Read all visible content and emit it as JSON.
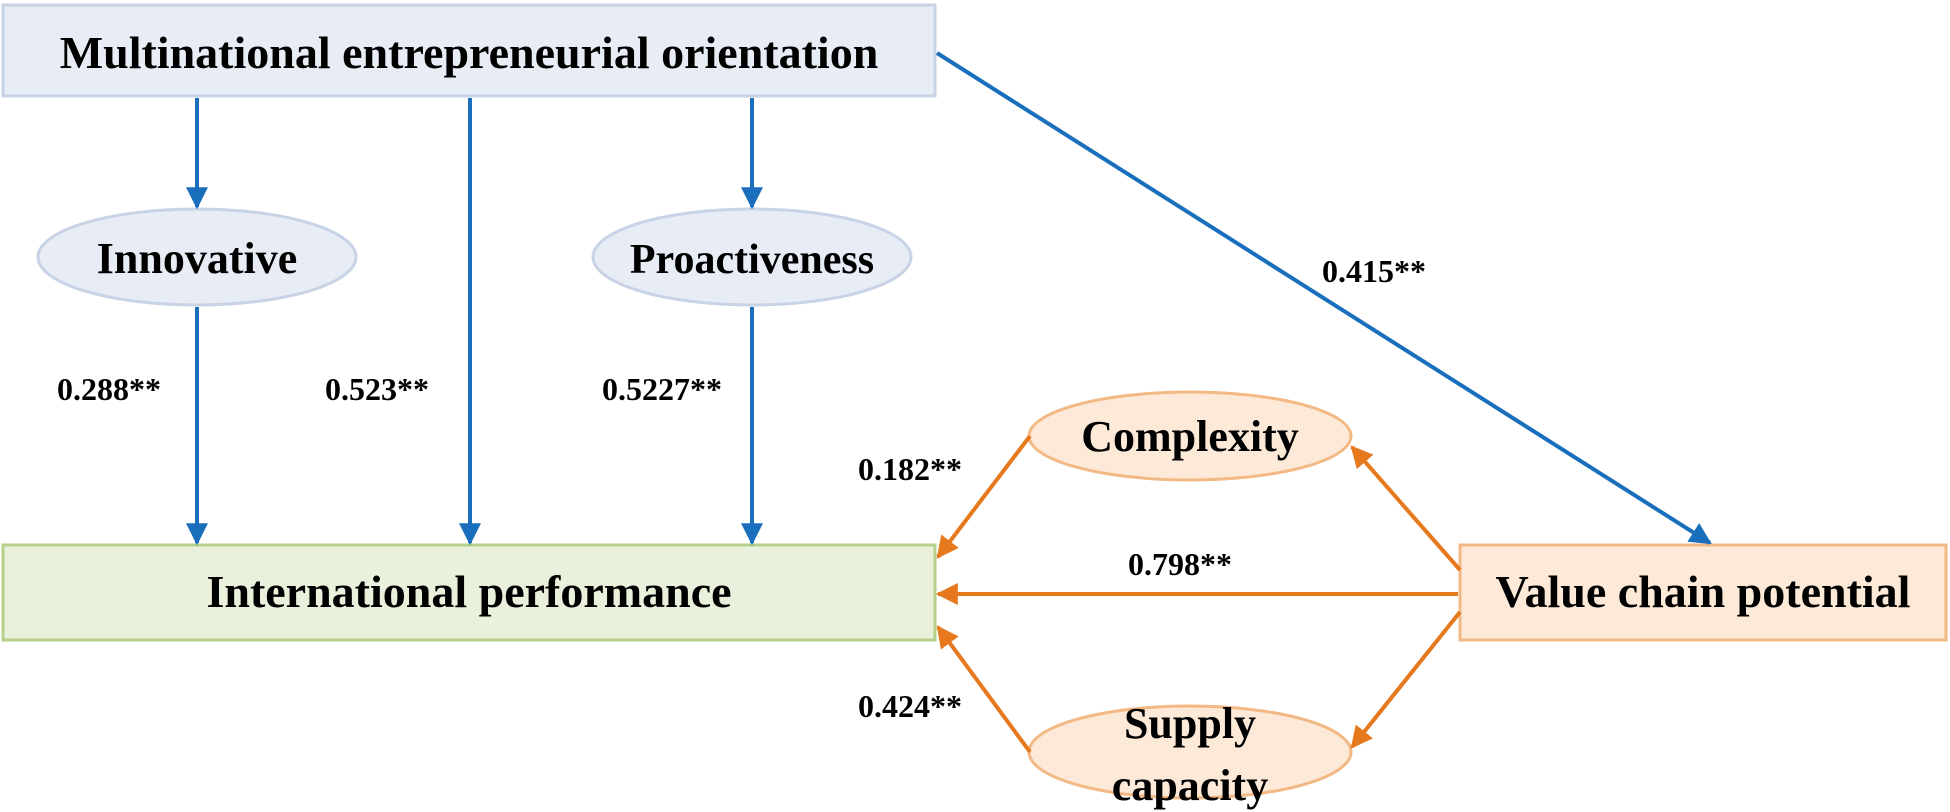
{
  "nodes": {
    "meo": "Multinational entrepreneurial orientation",
    "innovative": "Innovative",
    "proactiveness": "Proactiveness",
    "international_performance": "International performance",
    "value_chain_potential": "Value chain potential",
    "complexity": "Complexity",
    "supply_capacity_line1": "Supply",
    "supply_capacity_line2": "capacity"
  },
  "coefficients": {
    "innovative_to_ip": "0.288**",
    "meo_to_ip": "0.523**",
    "proactiveness_to_ip": "0.5227**",
    "meo_to_vcp": "0.415**",
    "complexity_to_ip": "0.182**",
    "vcp_to_ip": "0.798**",
    "supply_to_ip": "0.424**"
  },
  "colors": {
    "blue_arrow": "#1a6fbd",
    "orange_arrow": "#e6781e",
    "blue_fill": "#e8ecf5",
    "blue_border": "#c9d3e6",
    "green_fill": "#e9f0dc",
    "green_border": "#b6d08a",
    "orange_fill": "#fde9d7",
    "orange_border": "#f3b985"
  }
}
